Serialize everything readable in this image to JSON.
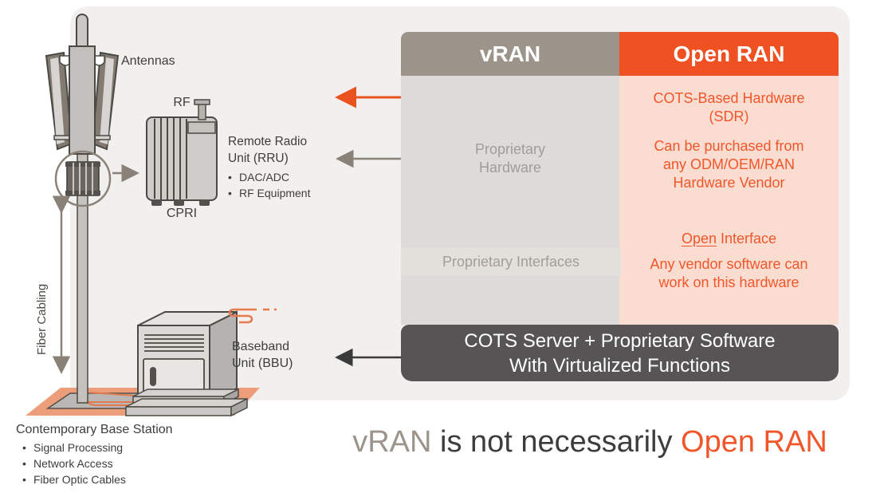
{
  "tower": {
    "antennas_label": "Antennas",
    "rf_label": "RF",
    "cpri_label": "CPRI",
    "rru": {
      "title": "Remote Radio\nUnit (RRU)",
      "bullets": [
        "DAC/ADC",
        "RF Equipment"
      ]
    },
    "fiber_label": "Fiber Cabling",
    "bbu_label": "Baseband\nUnit (BBU)",
    "base": {
      "title": "Contemporary Base Station",
      "bullets": [
        "Signal Processing",
        "Network Access",
        "Fiber Optic Cables"
      ],
      "bullet_char": "•"
    }
  },
  "table": {
    "vran": {
      "header": "vRAN",
      "hardware": "Proprietary\nHardware",
      "interfaces": "Proprietary Interfaces"
    },
    "openran": {
      "header": "Open RAN",
      "hardware": "COTS-Based Hardware\n(SDR)",
      "purchase": "Can be purchased from\nany ODM/OEM/RAN\nHardware Vendor",
      "interface_open": "Open",
      "interface_rest": " Interface",
      "software": "Any vendor software can\nwork on this hardware"
    },
    "bottom_bar": "COTS Server + Proprietary Software\nWith Virtualized Functions"
  },
  "tagline": {
    "vran": "vRAN",
    "middle": " is not necessarily ",
    "openran": "Open RAN"
  },
  "colors": {
    "orange": "#f05123",
    "orange_text": "#f1562a",
    "taupe": "#9c948b",
    "peach_column": "#fbdcd0",
    "gray_column": "#dcdbda",
    "dark_bar": "#575455",
    "panel_background": "#f1f0ef",
    "platform_orange": "#ec9d79"
  }
}
